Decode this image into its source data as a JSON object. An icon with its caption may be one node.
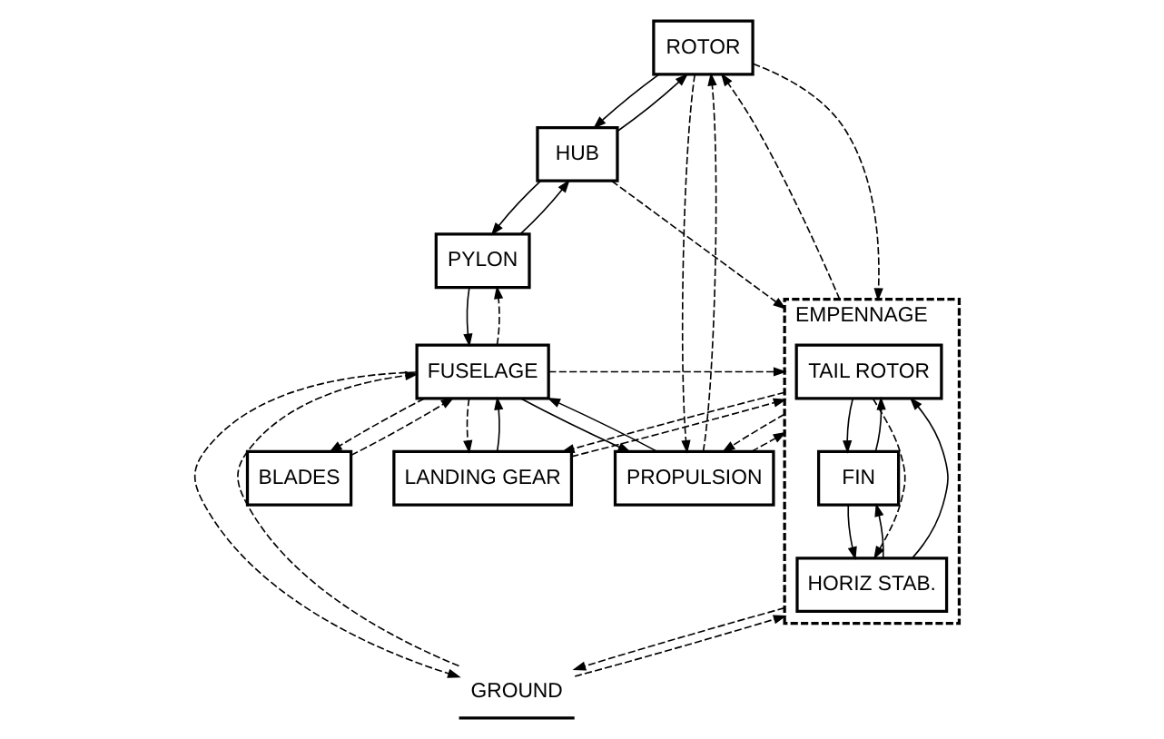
{
  "diagram": {
    "nodes": [
      {
        "text": [
          "ROTOR"
        ]
      },
      {
        "text": [
          "BLADES"
        ]
      },
      {
        "text": [
          "HUB"
        ]
      },
      {
        "text": [
          "PYLON"
        ]
      },
      {
        "text": [
          "PROPULSION"
        ]
      },
      {
        "text": [
          "FUSELAGE"
        ]
      },
      {
        "text": [
          "LANDING GEAR"
        ]
      },
      {
        "text": [
          "EMPENNAGE"
        ]
      },
      {
        "text": [
          "TAIL ROTOR"
        ],
        "in": 7
      },
      {
        "text": [
          "FIN"
        ],
        "in": 7
      },
      {
        "text": [
          "HORIZ STAB."
        ],
        "in": 7
      },
      {
        "text": [
          "GROUND"
        ]
      }
    ],
    "edges": [
      {
        "from": 0,
        "to": 2,
        "arrow": "to"
      },
      {
        "from": 2,
        "to": 0,
        "arrow": "to"
      },
      {
        "from": 2,
        "to": 3,
        "arrow": "to"
      },
      {
        "from": 3,
        "to": 2,
        "arrow": "to"
      },
      {
        "from": 5,
        "to": 3,
        "arrow": "to",
        "style": "dashed"
      },
      {
        "from": 3,
        "to": 5,
        "arrow": "to"
      },
      {
        "from": 4,
        "to": 0,
        "arrow": "to",
        "style": "dashed"
      },
      {
        "from": 0,
        "to": 4,
        "arrow": "to",
        "style": "dashed"
      },
      {
        "from": 5,
        "to": 4,
        "arrow": "to"
      },
      {
        "from": 4,
        "to": 5,
        "arrow": "to"
      },
      {
        "from": 5,
        "to": 1,
        "arrow": "to",
        "style": "dashed"
      },
      {
        "from": 1,
        "to": 5,
        "arrow": "to",
        "style": "dashed"
      },
      {
        "from": 11,
        "to": 5,
        "arrow": "to",
        "style": "dashed"
      },
      {
        "from": 5,
        "to": 11,
        "arrow": "to",
        "style": "dashed"
      },
      {
        "from": 6,
        "to": 5,
        "arrow": "to"
      },
      {
        "from": 5,
        "to": 6,
        "arrow": "to",
        "style": "dashed"
      },
      {
        "from": 0,
        "to": 7,
        "arrow": "to",
        "style": "dashed"
      },
      {
        "from": 7,
        "to": 0,
        "arrow": "to",
        "style": "dashed"
      },
      {
        "from": 2,
        "to": 7,
        "arrow": "to",
        "style": "dashed"
      },
      {
        "from": 4,
        "to": 7,
        "arrow": "to",
        "style": "dashed"
      },
      {
        "from": 7,
        "to": 4,
        "arrow": "to",
        "style": "dashed"
      },
      {
        "from": 5,
        "to": 7,
        "arrow": "to",
        "style": "dashed"
      },
      {
        "from": 6,
        "to": 7,
        "arrow": "to",
        "style": "dashed"
      },
      {
        "from": 7,
        "to": 6,
        "arrow": "to",
        "style": "dashed"
      },
      {
        "from": 9,
        "to": 8,
        "arrow": "to"
      },
      {
        "from": 8,
        "to": 9,
        "arrow": "to"
      },
      {
        "from": 10,
        "to": 9,
        "arrow": "to"
      },
      {
        "from": 9,
        "to": 10,
        "arrow": "to"
      },
      {
        "from": 10,
        "to": 8,
        "arrow": "to"
      },
      {
        "from": 8,
        "to": 10,
        "arrow": "to",
        "style": "dashed"
      },
      {
        "from": 7,
        "to": 11,
        "arrow": "to",
        "style": "dashed"
      },
      {
        "from": 11,
        "to": 7,
        "arrow": "to",
        "style": "dashed"
      }
    ]
  }
}
